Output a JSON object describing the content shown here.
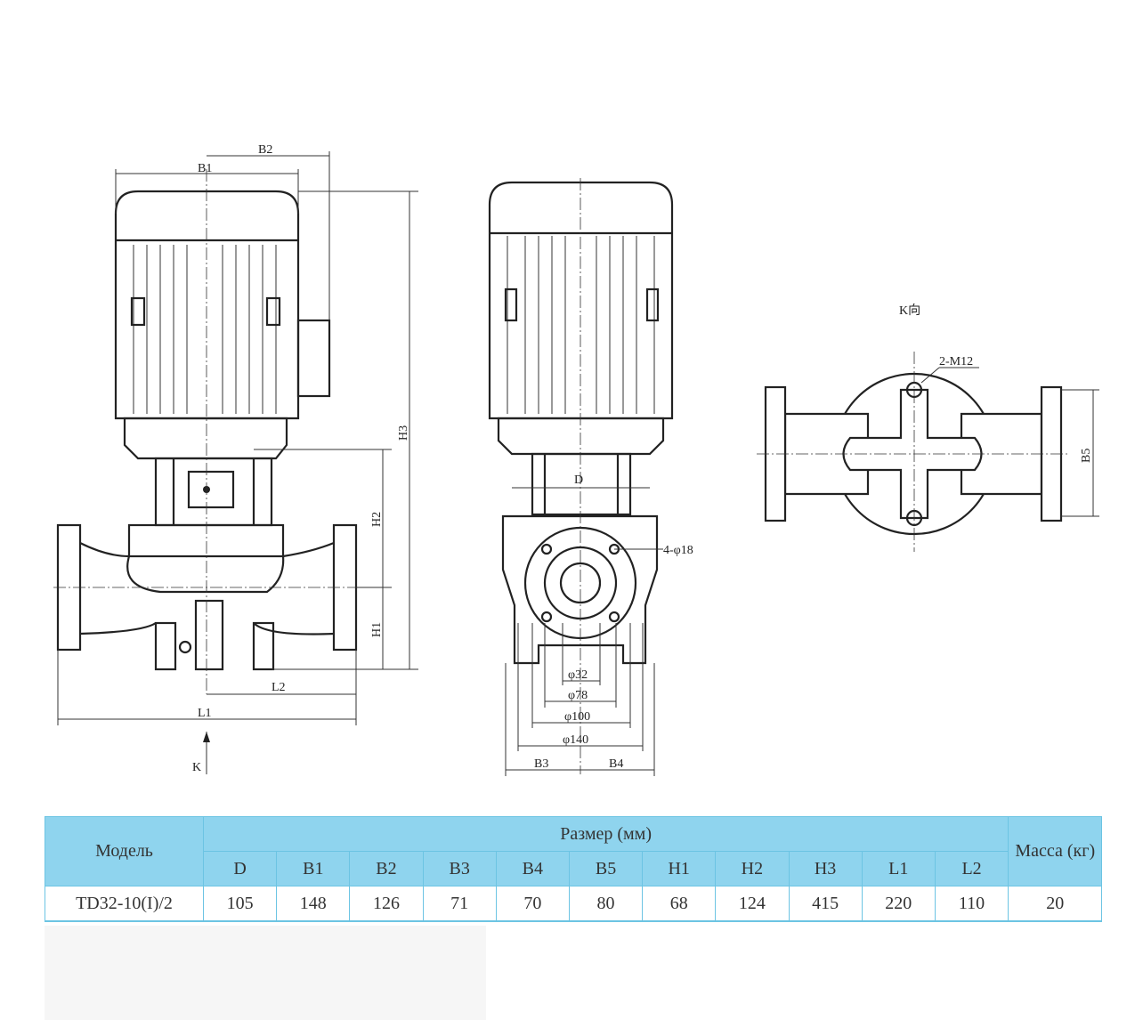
{
  "drawing": {
    "front_view": {
      "B1": "B1",
      "B2": "B2",
      "H1": "H1",
      "H2": "H2",
      "H3": "H3",
      "L1": "L1",
      "L2": "L2",
      "K": "K"
    },
    "side_view": {
      "D": "D",
      "bolts": "4-φ18",
      "d32": "φ32",
      "d78": "φ78",
      "d100": "φ100",
      "d140": "φ140",
      "B3": "B3",
      "B4": "B4"
    },
    "k_view": {
      "title": "K向",
      "bolts": "2-M12",
      "B5": "B5"
    }
  },
  "table": {
    "model_header": "Модель",
    "size_header": "Размер (мм)",
    "mass_header": "Масса (кг)",
    "columns": [
      "D",
      "B1",
      "B2",
      "B3",
      "B4",
      "B5",
      "H1",
      "H2",
      "H3",
      "L1",
      "L2"
    ],
    "rows": [
      {
        "model": "TD32-10(I)/2",
        "values": [
          "105",
          "148",
          "126",
          "71",
          "70",
          "80",
          "68",
          "124",
          "415",
          "220",
          "110"
        ],
        "mass": "20"
      }
    ]
  },
  "colors": {
    "header_bg": "#8fd4ee",
    "border": "#6cc4e3"
  }
}
